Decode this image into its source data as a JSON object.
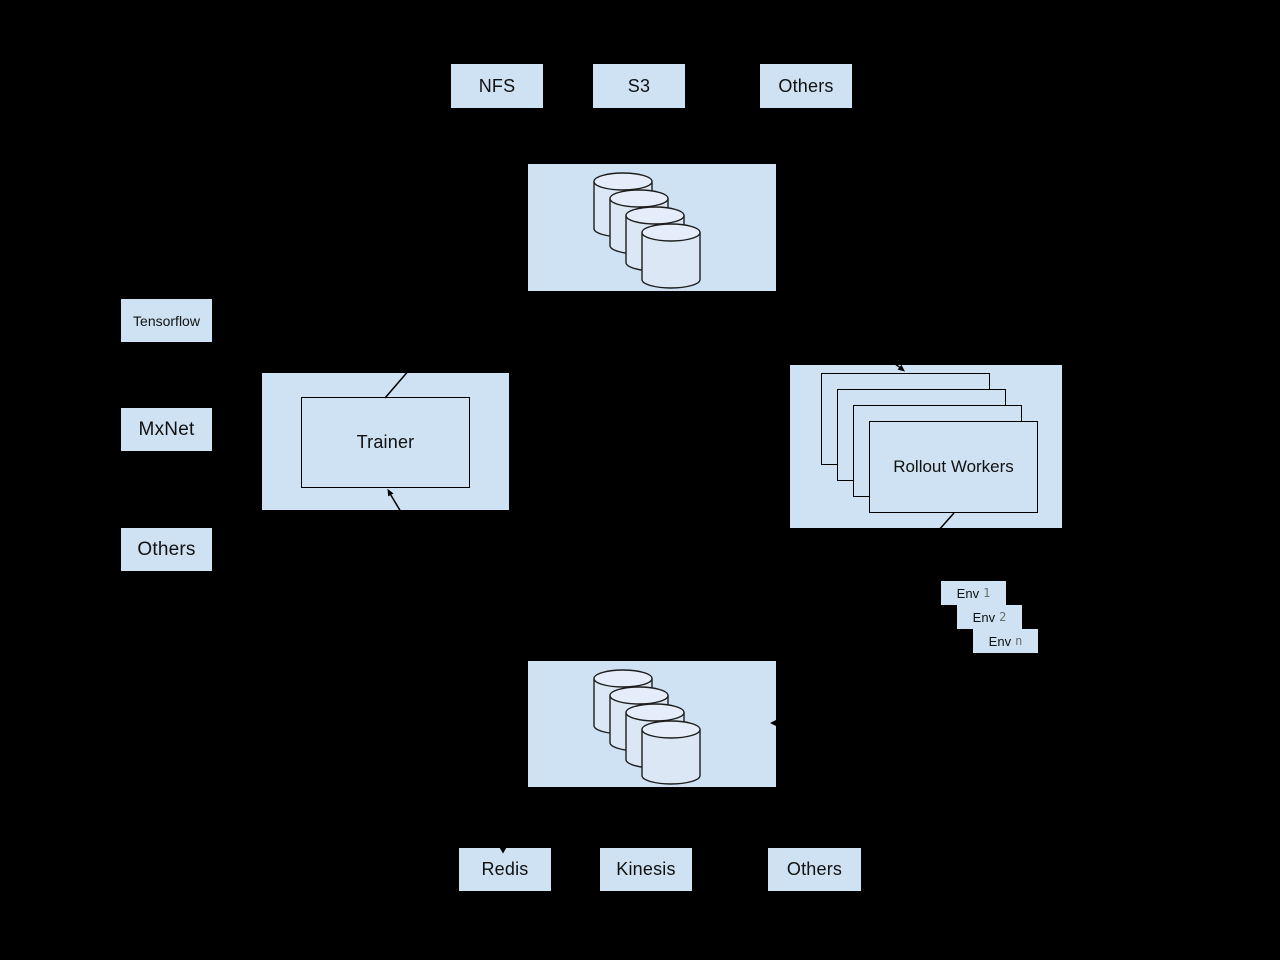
{
  "diagram": {
    "background_color": "#000000",
    "node_fill_color": "#cfe2f3",
    "cylinder_body_color": "#dbe7f5",
    "cylinder_top_color": "#e4edf9",
    "line_color": "#000000",
    "storage_backends_top": [
      "NFS",
      "S3",
      "Others"
    ],
    "frameworks_left": [
      "Tensorflow",
      "MxNet",
      "Others"
    ],
    "trainer": {
      "label": "Trainer"
    },
    "rollout_workers": {
      "label": "Rollout Workers",
      "stack_count": 4
    },
    "environments": [
      {
        "name": "Env",
        "index": "1"
      },
      {
        "name": "Env",
        "index": "2"
      },
      {
        "name": "Env",
        "index": "n"
      }
    ],
    "model_storage_cluster": {
      "cylinder_count": 4
    },
    "replay_buffer_cluster": {
      "cylinder_count": 4
    },
    "buffer_backends_bottom": [
      "Redis",
      "Kinesis",
      "Others"
    ]
  }
}
